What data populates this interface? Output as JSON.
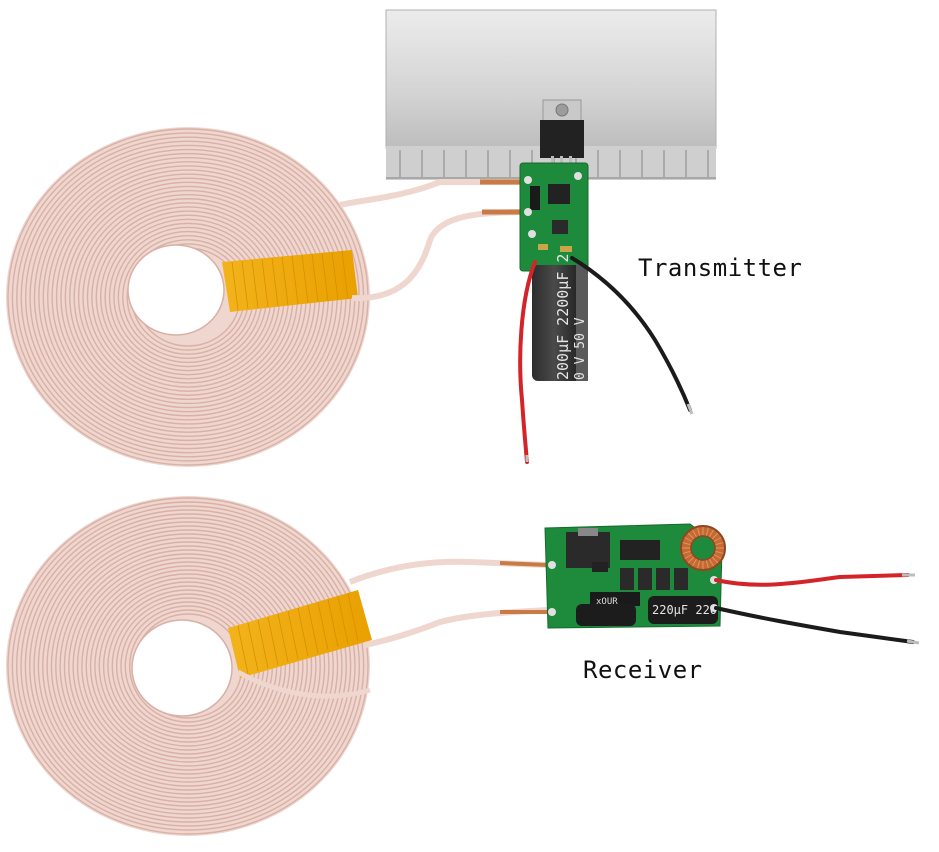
{
  "labels": {
    "transmitter": "Transmitter",
    "receiver": "Receiver"
  },
  "printed": {
    "capacitor_tx": "200µF 2200µF 2",
    "capacitor_tx_voltage": "0 V  50 V",
    "capacitor_rx": "220µF 220",
    "diode_rx": "xOUR"
  },
  "colors": {
    "coil_wire": "#e9c9c0",
    "kapton_tape": "#f2a900",
    "pcb_green": "#1e8a3c",
    "heatsink": "#d9d9d9",
    "wire_red": "#d3242a",
    "wire_black": "#1b1b1b",
    "capacitor_body": "#1c1c1c"
  }
}
